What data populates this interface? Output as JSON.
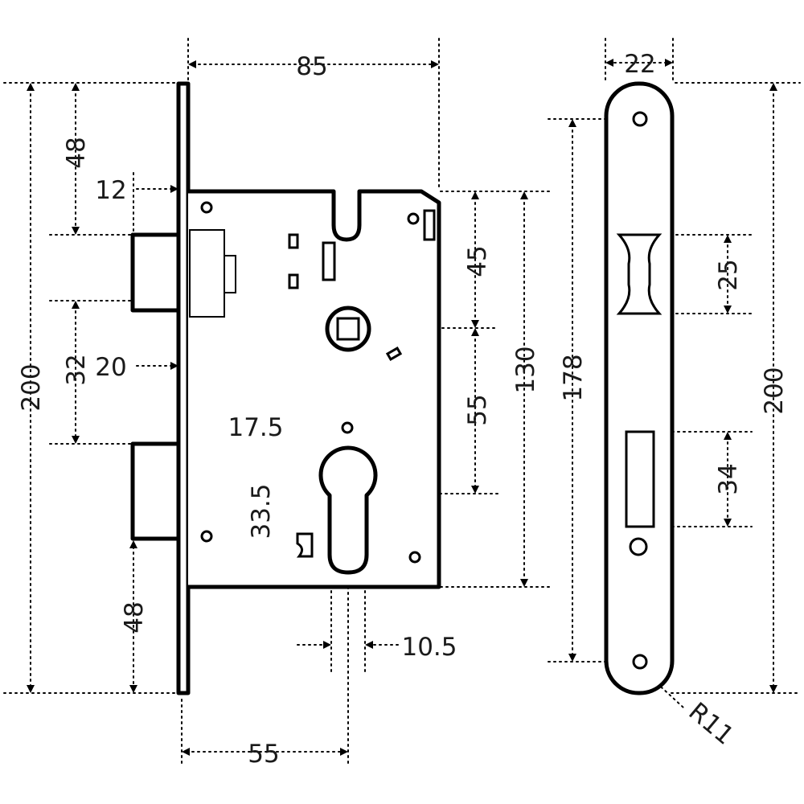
{
  "dimensions": {
    "width_body": "85",
    "faceplate_to_case": "12",
    "latch_top_from_top": "48",
    "latch_to_bolt": "32",
    "bolt_projection": "20",
    "bottom_from_bolt": "48",
    "overall_height_left": "200",
    "backset": "55",
    "spindle_from_top": "45",
    "spindle_to_cylinder": "55",
    "case_height": "130",
    "cylinder_hole_offset": "17.5",
    "cylinder_height": "33.5",
    "cylinder_width": "10.5",
    "strike_width": "22",
    "strike_hole_spacing": "178",
    "strike_latch_cut": "25",
    "strike_bolt_cut": "34",
    "strike_height": "200",
    "corner_radius": "R11"
  }
}
